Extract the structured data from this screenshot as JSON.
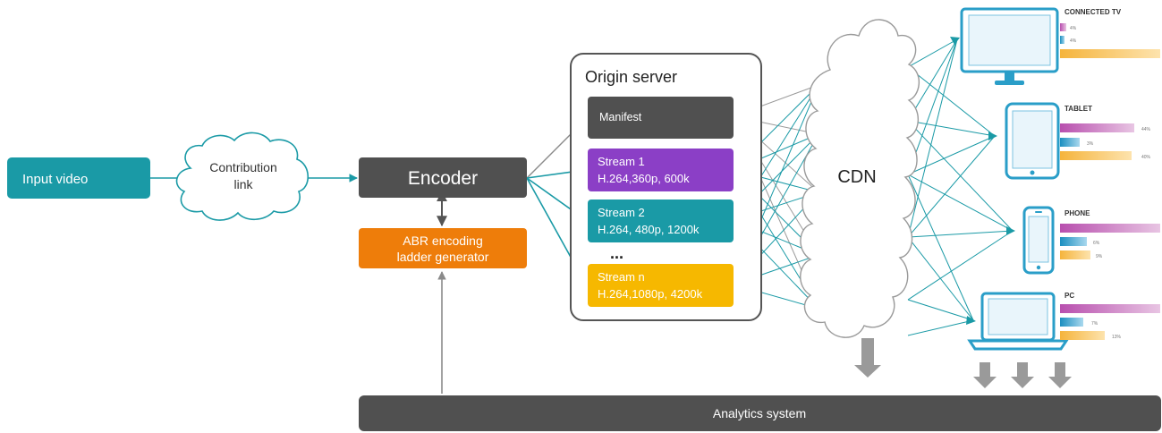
{
  "input": {
    "label": "Input video"
  },
  "contribution": {
    "line1": "Contribution",
    "line2": "link"
  },
  "encoder": {
    "label": "Encoder"
  },
  "abr": {
    "line1": "ABR encoding",
    "line2": "ladder generator"
  },
  "origin": {
    "title": "Origin server",
    "manifest": "Manifest",
    "ellipsis": "...",
    "streams": [
      {
        "name": "Stream 1",
        "spec": "H.264,360p, 600k",
        "color": "#8b3fc6"
      },
      {
        "name": "Stream 2",
        "spec": "H.264, 480p, 1200k",
        "color": "#1a9aa6"
      },
      {
        "name": "Stream n",
        "spec": "H.264,1080p, 4200k",
        "color": "#f6b800"
      }
    ]
  },
  "cdn": {
    "label": "CDN"
  },
  "analytics": {
    "label": "Analytics system"
  },
  "devices": [
    {
      "name": "CONNECTED TV",
      "icon": "tv-icon",
      "bars": [
        {
          "color": "#c86bb8",
          "label": "4%"
        },
        {
          "color": "#2a9ec8",
          "label": "4%"
        },
        {
          "color": "#f7c45c",
          "label": ""
        }
      ]
    },
    {
      "name": "TABLET",
      "icon": "tablet-icon",
      "bars": [
        {
          "color": "#c86bb8",
          "label": "44%"
        },
        {
          "color": "#2a9ec8",
          "label": "3%"
        },
        {
          "color": "#f7c45c",
          "label": "40%"
        }
      ]
    },
    {
      "name": "PHONE",
      "icon": "phone-icon",
      "bars": [
        {
          "color": "#c86bb8",
          "label": ""
        },
        {
          "color": "#2a9ec8",
          "label": "6%"
        },
        {
          "color": "#f7c45c",
          "label": "9%"
        }
      ]
    },
    {
      "name": "PC",
      "icon": "laptop-icon",
      "bars": [
        {
          "color": "#c86bb8",
          "label": ""
        },
        {
          "color": "#2a9ec8",
          "label": "7%"
        },
        {
          "color": "#f7c45c",
          "label": "13%"
        }
      ]
    }
  ],
  "colors": {
    "teal": "#1a9aa6",
    "dark": "#505050",
    "orange": "#ee7d0a",
    "arrow_gray": "#9a9a9a",
    "device_blue": "#2a9ec8"
  }
}
